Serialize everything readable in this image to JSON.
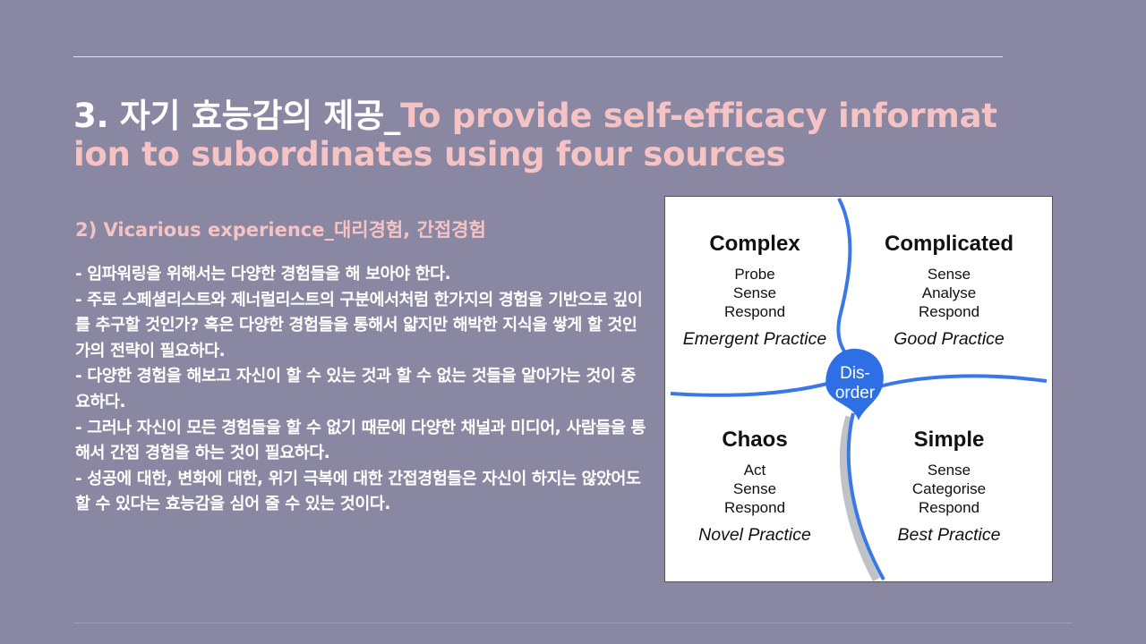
{
  "slide": {
    "title_ko": "3. 자기 효능감의 제공_",
    "title_en": "To provide self-efficacy information to subordinates using four sources",
    "section_heading": "2) Vicarious experience_대리경험, 간접경험",
    "body_lines": [
      "- 임파워링을 위해서는 다양한 경험들을 해 보아야 한다.",
      "- 주로 스페셜리스트와 제너럴리스트의 구분에서처럼 한가지의 경험을 기반으로 깊이를 추구할 것인가? 혹은 다양한 경험들을 통해서 얇지만 해박한 지식을 쌓게 할 것인가의 전략이 필요하다.",
      "- 다양한 경험을 해보고 자신이 할 수 있는 것과 할 수 없는 것들을 알아가는 것이 중요하다.",
      "- 그러나 자신이 모든 경험들을 할 수 없기 때문에 다양한 채널과 미디어, 사람들을 통해서 간접 경험을 하는 것이 필요하다.",
      "- 성공에 대한, 변화에 대한, 위기 극복에 대한 간접경험들은 자신이 하지는 않았어도 할 수 있다는 효능감을 심어 줄 수 있는 것이다."
    ]
  },
  "framework": {
    "quadrants": {
      "complex": {
        "title": "Complex",
        "lines": [
          "Probe",
          "Sense",
          "Respond"
        ],
        "practice": "Emergent Practice"
      },
      "complicated": {
        "title": "Complicated",
        "lines": [
          "Sense",
          "Analyse",
          "Respond"
        ],
        "practice": "Good Practice"
      },
      "chaos": {
        "title": "Chaos",
        "lines": [
          "Act",
          "Sense",
          "Respond"
        ],
        "practice": "Novel Practice"
      },
      "simple": {
        "title": "Simple",
        "lines": [
          "Sense",
          "Categorise",
          "Respond"
        ],
        "practice": "Best Practice"
      }
    },
    "center": {
      "line1": "Dis-",
      "line2": "order"
    },
    "colors": {
      "boundary": "#3b78e7",
      "disorder": "#2f6fe5",
      "shadow": "#8a9097"
    }
  },
  "theme": {
    "background": "#8a87a2",
    "accent_pink": "#f5c3c4",
    "text_white": "#ffffff"
  }
}
